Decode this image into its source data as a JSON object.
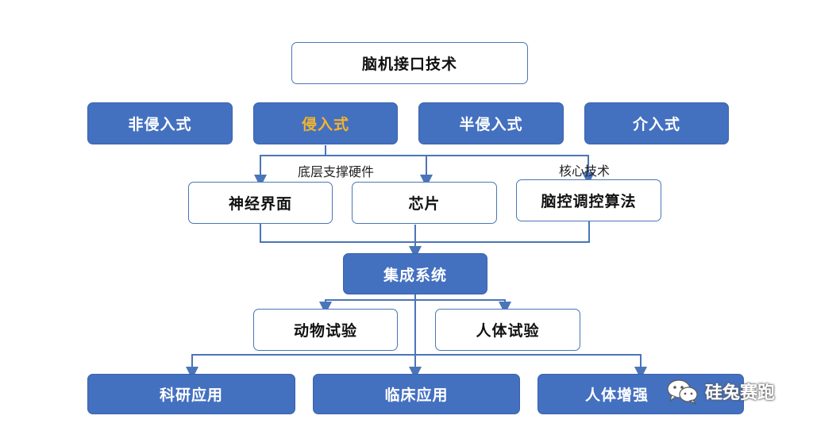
{
  "title": "脑机接口技术",
  "categories": [
    "非侵入式",
    "侵入式",
    "半侵入式",
    "介入式"
  ],
  "label_left": "底层支撑硬件",
  "label_right": "核心技术",
  "components": [
    "神经界面",
    "芯片",
    "脑控调控算法"
  ],
  "integration": "集成系统",
  "trials": [
    "动物试验",
    "人体试验"
  ],
  "applications": [
    "科研应用",
    "临床应用",
    "人体增强"
  ],
  "watermark": "硅兔赛跑",
  "colors": {
    "primary": "#4470c0",
    "border": "#4a75b9",
    "highlight": "#f5b42c",
    "connector": "#4a75b9"
  },
  "icons": [
    "wechat-icon"
  ]
}
